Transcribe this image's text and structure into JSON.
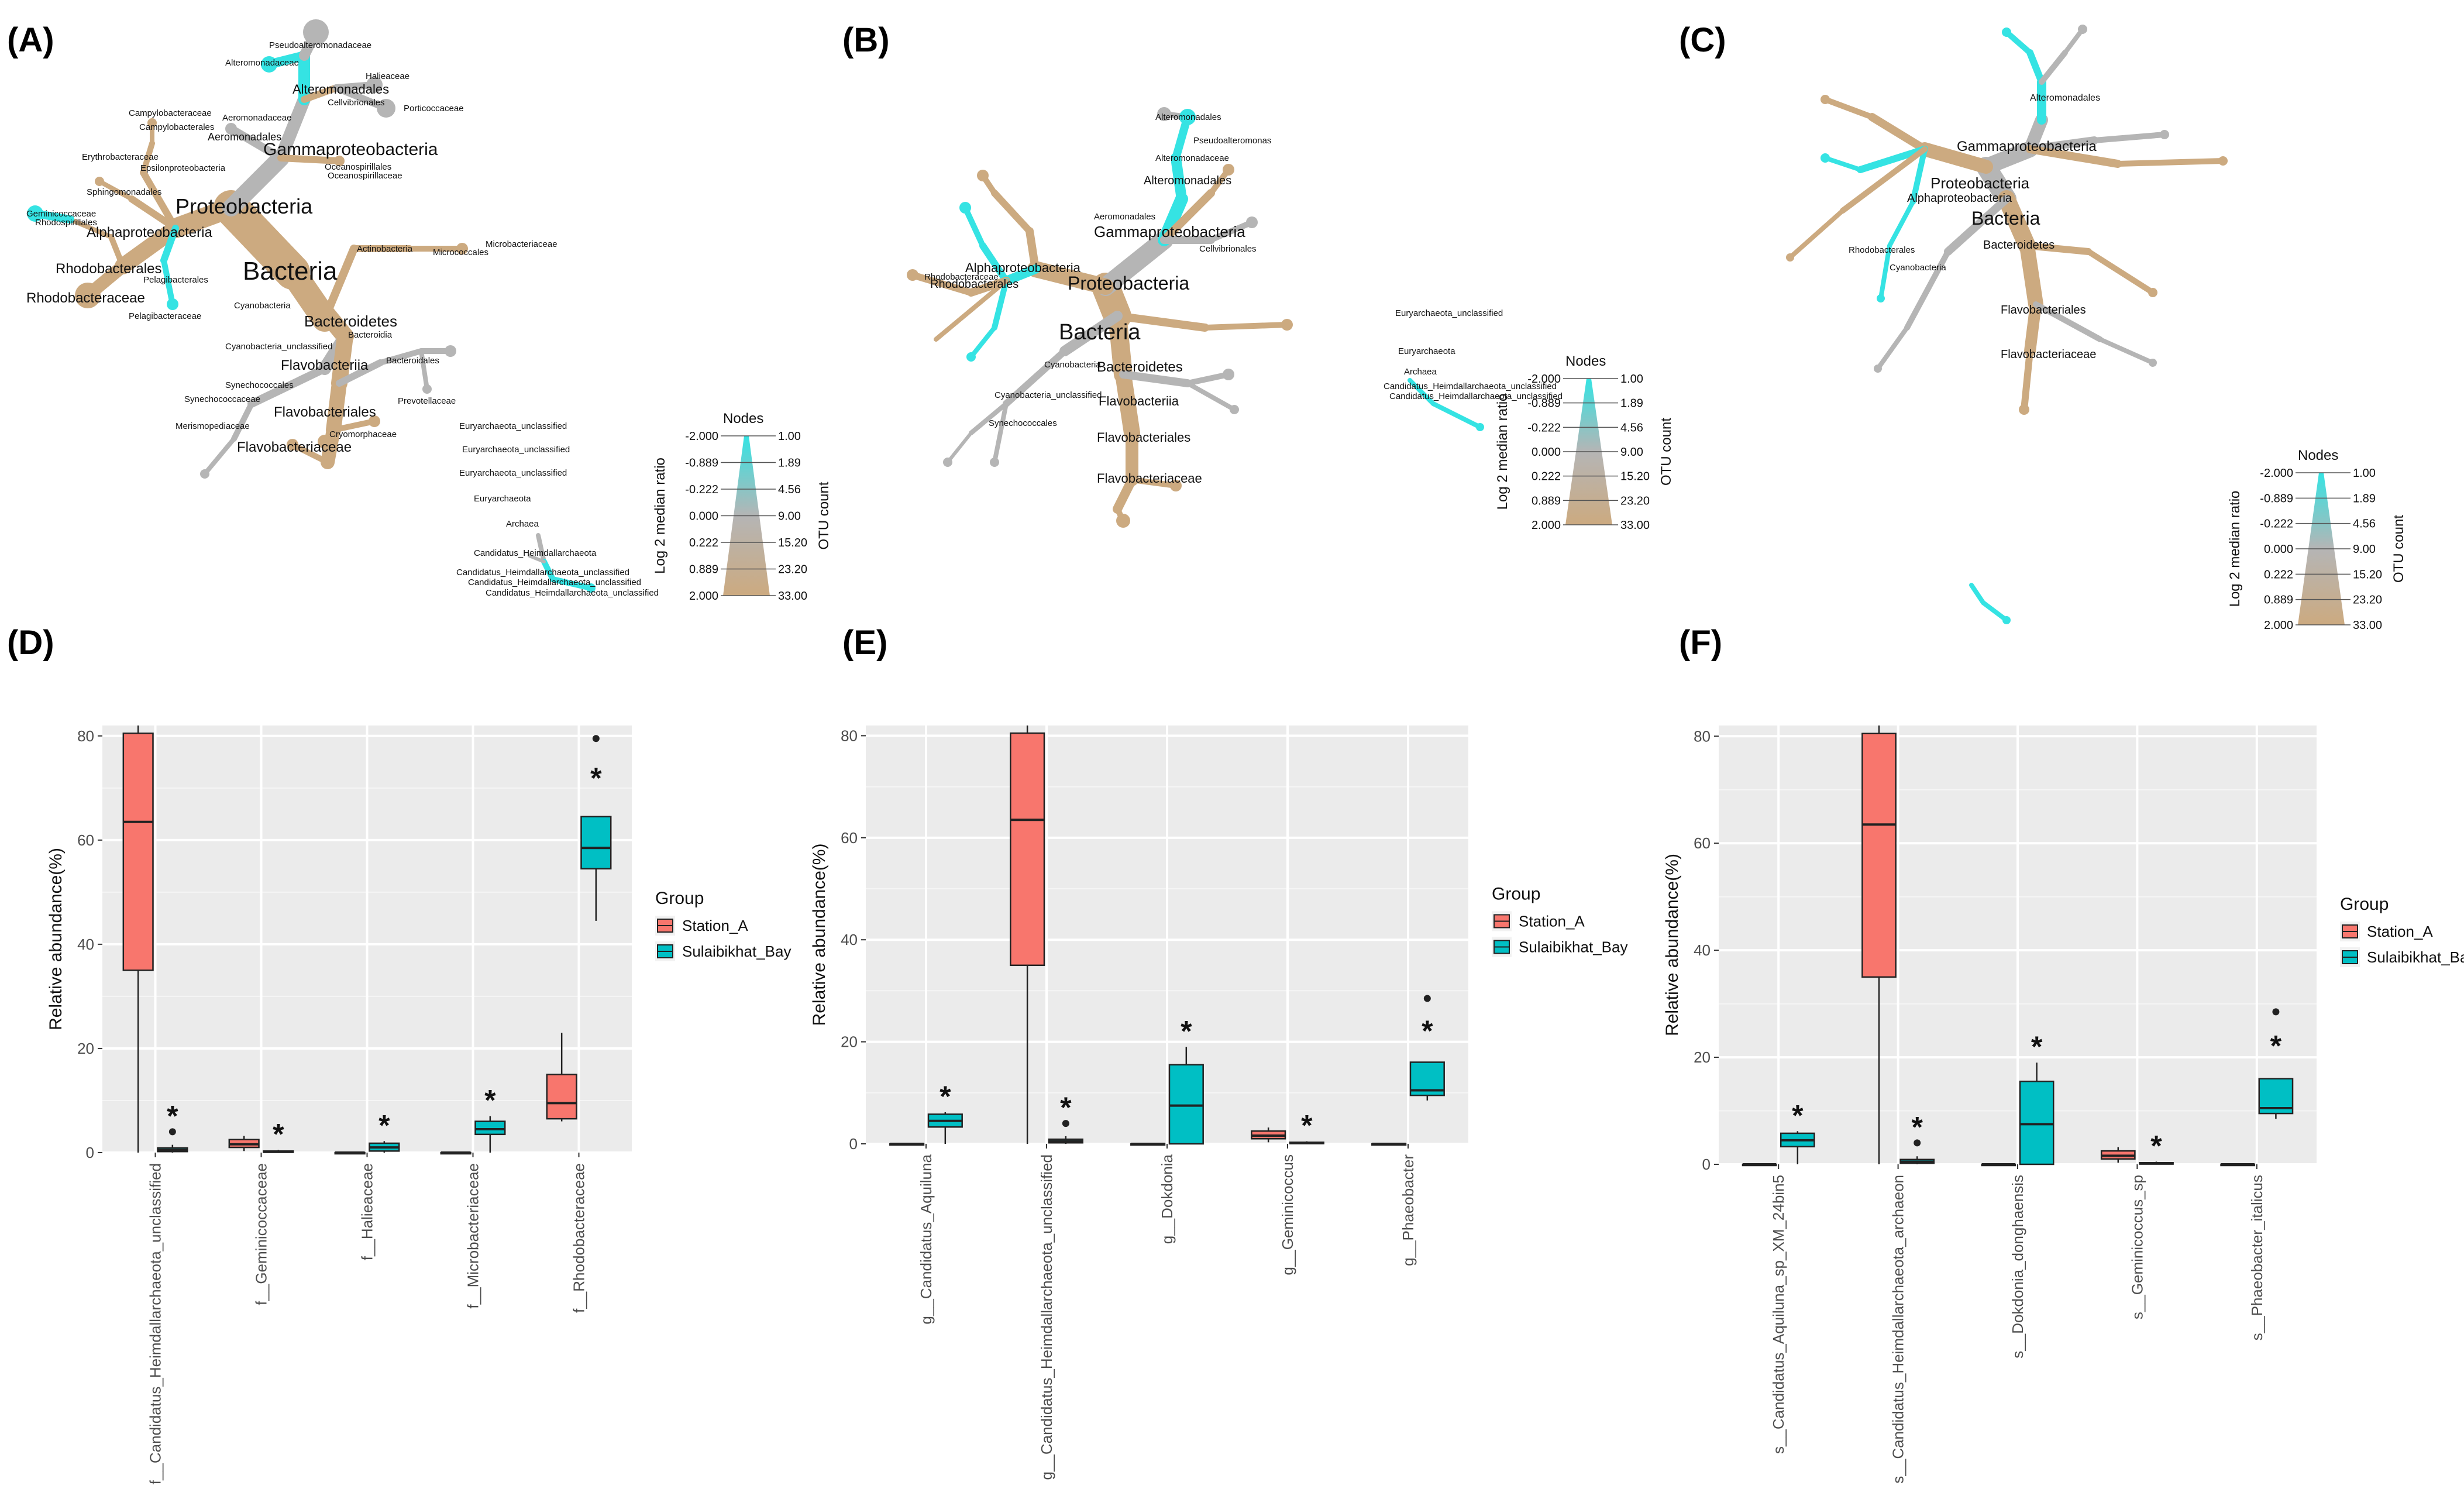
{
  "colors": {
    "station_a": "#F8766D",
    "sulaibikhat": "#00BFC4",
    "tan": "#CCAA80",
    "grey": "#B5B5B5",
    "cyan": "#35E3E3",
    "panel_bg": "#EBEBEB"
  },
  "panel_labels": [
    "(A)",
    "(B)",
    "(C)",
    "(D)",
    "(E)",
    "(F)"
  ],
  "trees": [
    {
      "panel": "(A)",
      "taxa": [
        "Pseudoalteromonadaceae",
        "Alteromonadaceae",
        "Halieaceae",
        "Alteromonadales",
        "Cellvibrionales",
        "Porticoccaceae",
        "Aeromonadaceae",
        "Campylobacteraceae",
        "Campylobacterales",
        "Aeromonadales",
        "Epsilonproteobacteria",
        "Gammaproteobacteria",
        "Oceanospirillales",
        "Oceanospirillaceae",
        "Erythrobacteraceae",
        "Sphingomonadales",
        "Proteobacteria",
        "Geminicoccaceae",
        "Rhodospirillales",
        "Alphaproteobacteria",
        "Rhodobacterales",
        "Pelagibacterales",
        "Rhodobacteraceae",
        "Pelagibacteraceae",
        "Bacteria",
        "Actinobacteria",
        "Microbacteriaceae",
        "Micrococcales",
        "Cyanobacteria",
        "Cyanobacteria_unclassified",
        "Bacteroidetes",
        "Bacteroidia",
        "Bacteroidales",
        "Flavobacteriia",
        "Synechococcales",
        "Synechococcaceae",
        "Prevotellaceae",
        "Merismopediaceae",
        "Flavobacteriales",
        "Cryomorphaceae",
        "Flavobacteriaceae",
        "Euryarchaeota_unclassified",
        "Euryarchaeota_unclassified",
        "Euryarchaeota_unclassified",
        "Euryarchaeota",
        "Archaea",
        "Candidatus_Heimdallarchaeota",
        "Candidatus_Heimdallarchaeota_unclassified",
        "Candidatus_Heimdallarchaeota_unclassified",
        "Candidatus_Heimdallarchaeota_unclassified"
      ]
    },
    {
      "panel": "(B)",
      "taxa": [
        "Alteromonadales",
        "Pseudoalteromonas",
        "Alteromonadaceae",
        "Alteromonadales",
        "Aeromonadales",
        "Gammaproteobacteria",
        "Cellvibrionales",
        "Alphaproteobacteria",
        "Proteobacteria",
        "Rhodobacterales",
        "Rhodobacteraceae",
        "Bacteria",
        "Bacteroidetes",
        "Flavobacteriia",
        "Flavobacteriales",
        "Flavobacteriaceae",
        "Cyanobacteria",
        "Cyanobacteria_unclassified",
        "Synechococcales",
        "Euryarchaeota_unclassified",
        "Euryarchaeota",
        "Archaea",
        "Candidatus_Heimdallarchaeota_unclassified",
        "Candidatus_Heimdallarchaeota_unclassified"
      ]
    },
    {
      "panel": "(C)",
      "taxa": [
        "Gammaproteobacteria",
        "Proteobacteria",
        "Alphaproteobacteria",
        "Bacteria",
        "Bacteroidetes",
        "Flavobacteriales",
        "Flavobacteriaceae",
        "Alteromonadales",
        "Rhodobacterales",
        "Cyanobacteria"
      ]
    }
  ],
  "legends": [
    {
      "title": "Nodes",
      "left_axis": "Log 2 median ratio",
      "right_axis": "OTU count",
      "left_ticks": [
        "-2.000",
        "-0.889",
        "-0.222",
        "0.000",
        "0.222",
        "0.889",
        "2.000"
      ],
      "right_ticks": [
        "1.00",
        "1.89",
        "4.56",
        "9.00",
        "15.20",
        "23.20",
        "33.00"
      ]
    },
    {
      "title": "Nodes",
      "left_axis": "Log 2 median ratio",
      "right_axis": "OTU count",
      "left_ticks": [
        "-2.000",
        "-0.889",
        "-0.222",
        "0.000",
        "0.222",
        "0.889",
        "2.000"
      ],
      "right_ticks": [
        "1.00",
        "1.89",
        "4.56",
        "9.00",
        "15.20",
        "23.20",
        "33.00"
      ]
    },
    {
      "title": "Nodes",
      "left_axis": "Log 2 median ratio",
      "right_axis": "OTU count",
      "left_ticks": [
        "-2.000",
        "-0.889",
        "-0.222",
        "0.000",
        "0.222",
        "0.889",
        "2.000"
      ],
      "right_ticks": [
        "1.00",
        "1.89",
        "4.56",
        "9.00",
        "15.20",
        "23.20",
        "33.00"
      ]
    }
  ],
  "chart_data": [
    {
      "panel": "(D)",
      "type": "boxplot",
      "ylabel": "Relative abundance(%)",
      "ylim": [
        0,
        82
      ],
      "yticks": [
        0,
        20,
        40,
        60,
        80
      ],
      "legend": {
        "title": "Group",
        "entries": [
          "Station_A",
          "Sulaibikhat_Bay"
        ],
        "placement": "right"
      },
      "categories": [
        "f__Candidatus_Heimdallarchaeota_unclassified",
        "f__Geminicoccaceae",
        "f__Halieaceae",
        "f__Microbacteriaceae",
        "f__Rhodobacteraceae"
      ],
      "series": [
        {
          "name": "Station_A",
          "boxes": [
            {
              "min": 0,
              "q1": 35,
              "median": 63.5,
              "q3": 80.5,
              "max": 82,
              "outliers": []
            },
            {
              "min": 0.3,
              "q1": 1.0,
              "median": 1.6,
              "q3": 2.5,
              "max": 3.2,
              "outliers": []
            },
            {
              "min": 0,
              "q1": 0,
              "median": 0,
              "q3": 0,
              "max": 0,
              "outliers": []
            },
            {
              "min": 0,
              "q1": 0,
              "median": 0,
              "q3": 0,
              "max": 0,
              "outliers": []
            },
            {
              "min": 6,
              "q1": 6.5,
              "median": 9.5,
              "q3": 15,
              "max": 23,
              "outliers": []
            }
          ]
        },
        {
          "name": "Sulaibikhat_Bay",
          "boxes": [
            {
              "min": 0,
              "q1": 0.2,
              "median": 0.5,
              "q3": 0.9,
              "max": 1.5,
              "outliers": [
                4
              ]
            },
            {
              "min": 0,
              "q1": 0.05,
              "median": 0.15,
              "q3": 0.3,
              "max": 0.5,
              "outliers": []
            },
            {
              "min": 0,
              "q1": 0.3,
              "median": 1.0,
              "q3": 1.8,
              "max": 2.2,
              "outliers": []
            },
            {
              "min": 0,
              "q1": 3.5,
              "median": 4.5,
              "q3": 6,
              "max": 7,
              "outliers": []
            },
            {
              "min": 44.5,
              "q1": 54.5,
              "median": 58.5,
              "q3": 64.5,
              "max": 64.5,
              "outliers": [
                79.5
              ]
            }
          ]
        }
      ],
      "significance": [
        "*",
        "*",
        "*",
        "*",
        "*"
      ]
    },
    {
      "panel": "(E)",
      "type": "boxplot",
      "ylabel": "Relative abundance(%)",
      "ylim": [
        0,
        82
      ],
      "yticks": [
        0,
        20,
        40,
        60,
        80
      ],
      "legend": {
        "title": "Group",
        "entries": [
          "Station_A",
          "Sulaibikhat_Bay"
        ],
        "placement": "right"
      },
      "categories": [
        "g__Candidatus_Aquiluna",
        "g__Candidatus_Heimdallarchaeota_unclassified",
        "g__Dokdonia",
        "g__Geminicoccus",
        "g__Phaeobacter"
      ],
      "series": [
        {
          "name": "Station_A",
          "boxes": [
            {
              "min": 0,
              "q1": 0,
              "median": 0,
              "q3": 0,
              "max": 0,
              "outliers": []
            },
            {
              "min": 0,
              "q1": 35,
              "median": 63.5,
              "q3": 80.5,
              "max": 82,
              "outliers": []
            },
            {
              "min": 0,
              "q1": 0,
              "median": 0,
              "q3": 0,
              "max": 0,
              "outliers": []
            },
            {
              "min": 0.3,
              "q1": 1.0,
              "median": 1.6,
              "q3": 2.5,
              "max": 3.2,
              "outliers": []
            },
            {
              "min": 0,
              "q1": 0,
              "median": 0,
              "q3": 0,
              "max": 0,
              "outliers": []
            }
          ]
        },
        {
          "name": "Sulaibikhat_Bay",
          "boxes": [
            {
              "min": 0,
              "q1": 3.3,
              "median": 4.5,
              "q3": 5.8,
              "max": 6.2,
              "outliers": []
            },
            {
              "min": 0,
              "q1": 0.2,
              "median": 0.5,
              "q3": 0.9,
              "max": 1.5,
              "outliers": [
                4
              ]
            },
            {
              "min": 0,
              "q1": 0,
              "median": 7.5,
              "q3": 15.5,
              "max": 19,
              "outliers": []
            },
            {
              "min": 0,
              "q1": 0.05,
              "median": 0.15,
              "q3": 0.3,
              "max": 0.5,
              "outliers": []
            },
            {
              "min": 8.5,
              "q1": 9.5,
              "median": 10.5,
              "q3": 16,
              "max": 16,
              "outliers": [
                28.5
              ]
            }
          ]
        }
      ],
      "significance": [
        "*",
        "*",
        "*",
        "*",
        "*"
      ]
    },
    {
      "panel": "(F)",
      "type": "boxplot",
      "ylabel": "Relative abundance(%)",
      "ylim": [
        0,
        82
      ],
      "yticks": [
        0,
        20,
        40,
        60,
        80
      ],
      "legend": {
        "title": "Group",
        "entries": [
          "Station_A",
          "Sulaibikhat_Bay"
        ],
        "placement": "right"
      },
      "categories": [
        "s__Candidatus_Aquiluna_sp_XM_24bin5",
        "s__Candidatus_Heimdallarchaeota_archaeon",
        "s__Dokdonia_donghaensis",
        "s__Geminicoccus_sp",
        "s__Phaeobacter_italicus"
      ],
      "series": [
        {
          "name": "Station_A",
          "boxes": [
            {
              "min": 0,
              "q1": 0,
              "median": 0,
              "q3": 0,
              "max": 0,
              "outliers": []
            },
            {
              "min": 0,
              "q1": 35,
              "median": 63.5,
              "q3": 80.5,
              "max": 82,
              "outliers": []
            },
            {
              "min": 0,
              "q1": 0,
              "median": 0,
              "q3": 0,
              "max": 0,
              "outliers": []
            },
            {
              "min": 0.3,
              "q1": 1.0,
              "median": 1.6,
              "q3": 2.5,
              "max": 3.2,
              "outliers": []
            },
            {
              "min": 0,
              "q1": 0,
              "median": 0,
              "q3": 0,
              "max": 0,
              "outliers": []
            }
          ]
        },
        {
          "name": "Sulaibikhat_Bay",
          "boxes": [
            {
              "min": 0,
              "q1": 3.3,
              "median": 4.5,
              "q3": 5.8,
              "max": 6.2,
              "outliers": []
            },
            {
              "min": 0,
              "q1": 0.2,
              "median": 0.5,
              "q3": 0.9,
              "max": 1.5,
              "outliers": [
                4
              ]
            },
            {
              "min": 0,
              "q1": 0,
              "median": 7.5,
              "q3": 15.5,
              "max": 19,
              "outliers": []
            },
            {
              "min": 0,
              "q1": 0.05,
              "median": 0.15,
              "q3": 0.3,
              "max": 0.5,
              "outliers": []
            },
            {
              "min": 8.5,
              "q1": 9.5,
              "median": 10.5,
              "q3": 16,
              "max": 16,
              "outliers": [
                28.5
              ]
            }
          ]
        }
      ],
      "significance": [
        "*",
        "*",
        "*",
        "*",
        "*"
      ]
    }
  ]
}
